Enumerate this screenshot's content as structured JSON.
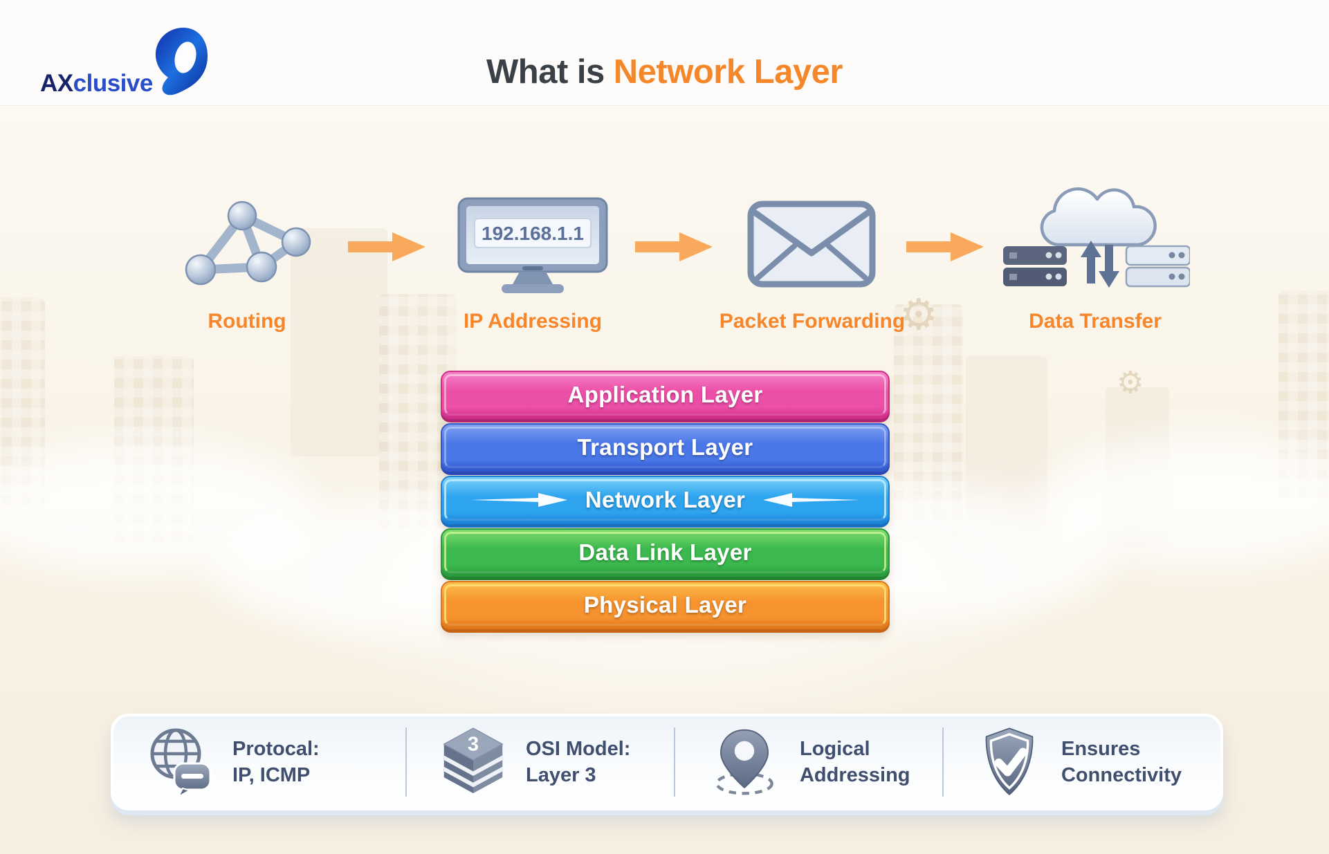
{
  "logo": {
    "brand_primary": "AX",
    "brand_secondary": "clusive"
  },
  "title": {
    "prefix": "What is",
    "highlight": "Network Layer"
  },
  "flow": {
    "items": [
      {
        "label": "Routing",
        "icon": "network-nodes-icon"
      },
      {
        "label": "IP Addressing",
        "icon": "monitor-icon",
        "screen_text": "192.168.1.1"
      },
      {
        "label": "Packet Forwarding",
        "icon": "envelope-icon"
      },
      {
        "label": "Data Transfer",
        "icon": "cloud-servers-icon"
      }
    ]
  },
  "stack": {
    "layers": [
      {
        "label": "Application Layer",
        "color": "#ec4fa7",
        "highlighted": false
      },
      {
        "label": "Transport Layer",
        "color": "#4a77e8",
        "highlighted": false
      },
      {
        "label": "Network Layer",
        "color": "#2ea4ef",
        "highlighted": true
      },
      {
        "label": "Data Link Layer",
        "color": "#3cb94e",
        "highlighted": false
      },
      {
        "label": "Physical Layer",
        "color": "#f6932e",
        "highlighted": false
      }
    ]
  },
  "footer": {
    "items": [
      {
        "icon": "globe-chat-icon",
        "line1": "Protocal:",
        "line2": "IP, ICMP"
      },
      {
        "icon": "layer-cube-icon",
        "line1": "OSI Model:",
        "line2": "Layer 3",
        "badge": "3"
      },
      {
        "icon": "map-pin-icon",
        "line1": "Logical",
        "line2": "Addressing"
      },
      {
        "icon": "shield-check-icon",
        "line1": "Ensures",
        "line2": "Connectivity"
      }
    ]
  },
  "colors": {
    "accent_orange": "#f6862b",
    "title_dark": "#3b4046",
    "footer_text": "#3f4f6d",
    "arrow_orange": "#f9a95b"
  }
}
